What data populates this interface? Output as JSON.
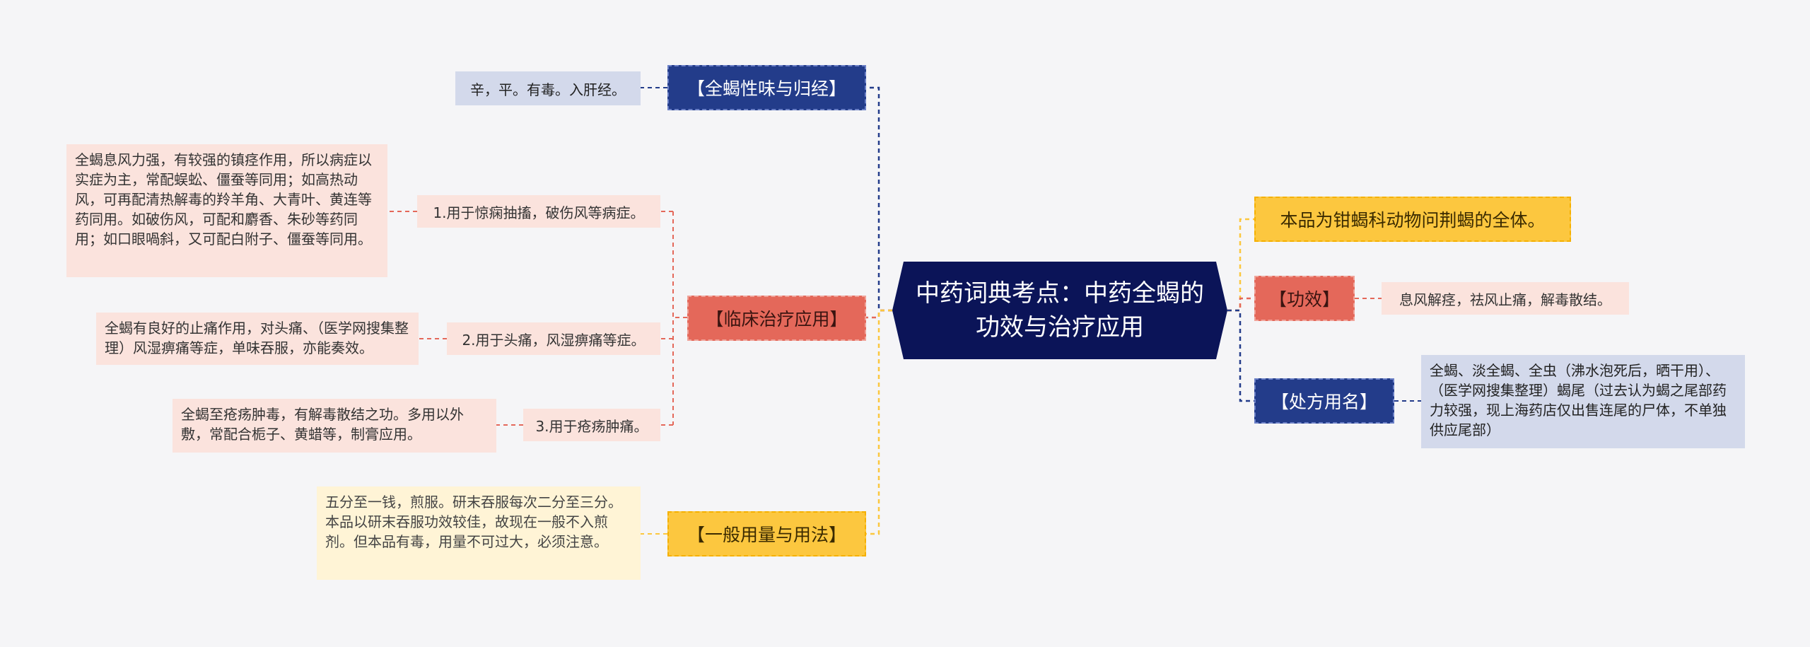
{
  "center": {
    "title": "中药词典考点：中药全蝎的功效与治疗应用"
  },
  "left_branches": {
    "nature": {
      "label": "【全蝎性味与归经】",
      "leaf": "辛，平。有毒。入肝经。"
    },
    "clinical": {
      "label": "【临床治疗应用】",
      "items": [
        {
          "label": "1.用于惊痫抽搐，破伤风等病症。",
          "detail": "全蝎息风力强，有较强的镇痉作用，所以病症以实症为主，常配蜈蚣、僵蚕等同用；如高热动风，可再配清热解毒的羚羊角、大青叶、黄连等药同用。如破伤风，可配和麝香、朱砂等药同用；如口眼喎斜，又可配白附子、僵蚕等同用。"
        },
        {
          "label": "2.用于头痛，风湿痹痛等症。",
          "detail": "全蝎有良好的止痛作用，对头痛、（医学网搜集整理）风湿痹痛等症，单味吞服，亦能奏效。"
        },
        {
          "label": "3.用于疮疡肿痛。",
          "detail": "全蝎至疮疡肿毒，有解毒散结之功。多用以外敷，常配合栀子、黄蜡等，制膏应用。"
        }
      ]
    },
    "dosage": {
      "label": "【一般用量与用法】",
      "leaf": "五分至一钱，煎服。研末吞服每次二分至三分。本品以研末吞服功效较佳，故现在一般不入煎剂。但本品有毒，用量不可过大，必须注意。"
    }
  },
  "right_branches": {
    "origin": {
      "label": "本品为钳蝎科动物问荆蝎的全体。"
    },
    "efficacy": {
      "label": "【功效】",
      "leaf": "息风解痉，祛风止痛，解毒散结。"
    },
    "prescription": {
      "label": "【处方用名】",
      "leaf": "全蝎、淡全蝎、全虫（沸水泡死后，晒干用）、（医学网搜集整理）蝎尾（过去认为蝎之尾部药力较强，现上海药店仅出售连尾的尸体，不单独供应尾部）"
    }
  },
  "colors": {
    "center": "#0b1458",
    "navy": "#233c8a",
    "red": "#e4685a",
    "yellow": "#fcc73f",
    "light_blue_leaf": "#d3d9eb",
    "pink_leaf": "#fbe3dd",
    "cream_leaf": "#fff4d6",
    "background": "#f5f5f7"
  }
}
